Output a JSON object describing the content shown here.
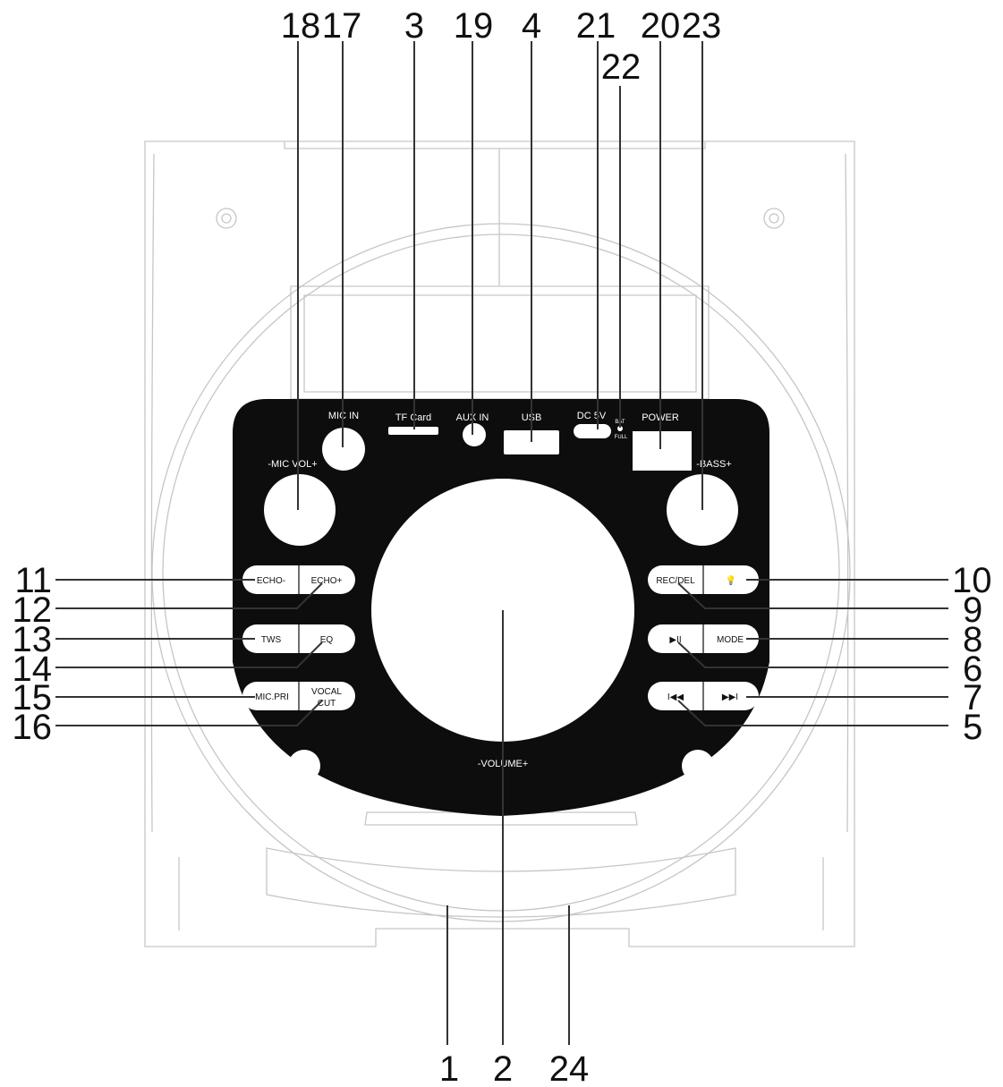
{
  "callouts": {
    "top": [
      "18",
      "17",
      "3",
      "19",
      "4",
      "21",
      "20",
      "23",
      "22"
    ],
    "left": [
      "11",
      "12",
      "13",
      "14",
      "15",
      "16"
    ],
    "right": [
      "10",
      "9",
      "8",
      "6",
      "7",
      "5"
    ],
    "bottom": [
      "1",
      "2",
      "24"
    ]
  },
  "panel": {
    "mic_in": "MIC IN",
    "tf_card": "TF Card",
    "aux_in": "AUX IN",
    "usb": "USB",
    "dc5v": "DC 5V",
    "bat": "BAT",
    "full": "FULL",
    "power": "POWER",
    "mic_vol": "-MIC VOL+",
    "bass": "-BASS+",
    "volume": "-VOLUME+"
  },
  "buttons": {
    "echo_minus": "ECHO-",
    "echo_plus": "ECHO+",
    "tws": "TWS",
    "eq": "EQ",
    "mic_pri": "MIC.PRI",
    "vocal": "VOCAL",
    "cut": "CUT",
    "rec_del": "REC/DEL",
    "light": "💡",
    "play_pause": "▶II",
    "mode": "MODE",
    "prev": "I◀◀",
    "next": "▶▶I"
  },
  "colors": {
    "panel": "#0d0d0d",
    "outline": "#c6c6c6",
    "ink": "#111111"
  }
}
